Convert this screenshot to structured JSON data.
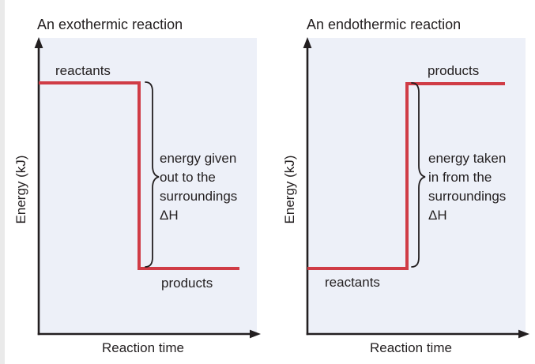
{
  "colors": {
    "line_red": "#d03c46",
    "plot_bg": "#edf0f8",
    "ink": "#231f20",
    "page_bg": "#ffffff",
    "left_strip": "#eaeaea"
  },
  "panels": [
    {
      "title": "An exothermic reaction",
      "y_axis_label": "Energy (kJ)",
      "x_axis_label": "Reaction time",
      "start_level_label": "reactants",
      "end_level_label": "products",
      "annotation_lines": [
        "energy given",
        "out to the",
        "surroundings",
        "ΔH"
      ]
    },
    {
      "title": "An endothermic reaction",
      "y_axis_label": "Energy (kJ)",
      "x_axis_label": "Reaction time",
      "start_level_label": "reactants",
      "end_level_label": "products",
      "annotation_lines": [
        "energy taken",
        "in from the",
        "surroundings",
        "ΔH"
      ]
    }
  ],
  "chart_data": [
    {
      "type": "line",
      "title": "An exothermic reaction",
      "xlabel": "Reaction time",
      "ylabel": "Energy (kJ)",
      "axis_numeric_ticks": false,
      "grid": false,
      "series": [
        {
          "name": "energy profile",
          "color": "#d03c46",
          "x_rel": [
            0.0,
            0.46,
            0.46,
            0.92
          ],
          "y_rel": [
            0.85,
            0.85,
            0.22,
            0.22
          ],
          "shape": "step-down"
        }
      ],
      "level_labels": {
        "start": "reactants",
        "start_level": "high",
        "end": "products",
        "end_level": "low"
      },
      "brace_annotation": "energy given out to the surroundings ΔH"
    },
    {
      "type": "line",
      "title": "An endothermic reaction",
      "xlabel": "Reaction time",
      "ylabel": "Energy (kJ)",
      "axis_numeric_ticks": false,
      "grid": false,
      "series": [
        {
          "name": "energy profile",
          "color": "#d03c46",
          "x_rel": [
            0.0,
            0.46,
            0.46,
            0.92
          ],
          "y_rel": [
            0.22,
            0.22,
            0.85,
            0.85
          ],
          "shape": "step-up"
        }
      ],
      "level_labels": {
        "start": "reactants",
        "start_level": "low",
        "end": "products",
        "end_level": "high"
      },
      "brace_annotation": "energy taken in from the surroundings ΔH"
    }
  ]
}
